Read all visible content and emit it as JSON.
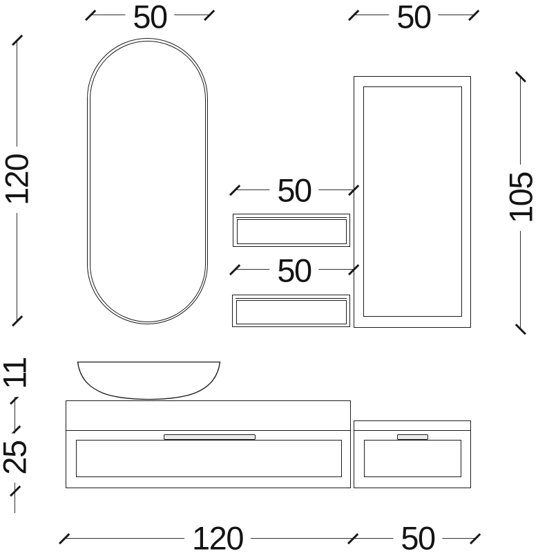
{
  "dims": {
    "mirror_width": "50",
    "mirror_height": "120",
    "tall_cabinet_width": "50",
    "tall_cabinet_height": "105",
    "shelf_top_width": "50",
    "shelf_bottom_width": "50",
    "basin_height": "11",
    "vanity_height": "25",
    "vanity_width": "120",
    "side_cabinet_width": "50"
  },
  "colors": {
    "background": "#ffffff",
    "object_line": "#1a1a1a",
    "dimension_line": "#2e2e2e"
  }
}
